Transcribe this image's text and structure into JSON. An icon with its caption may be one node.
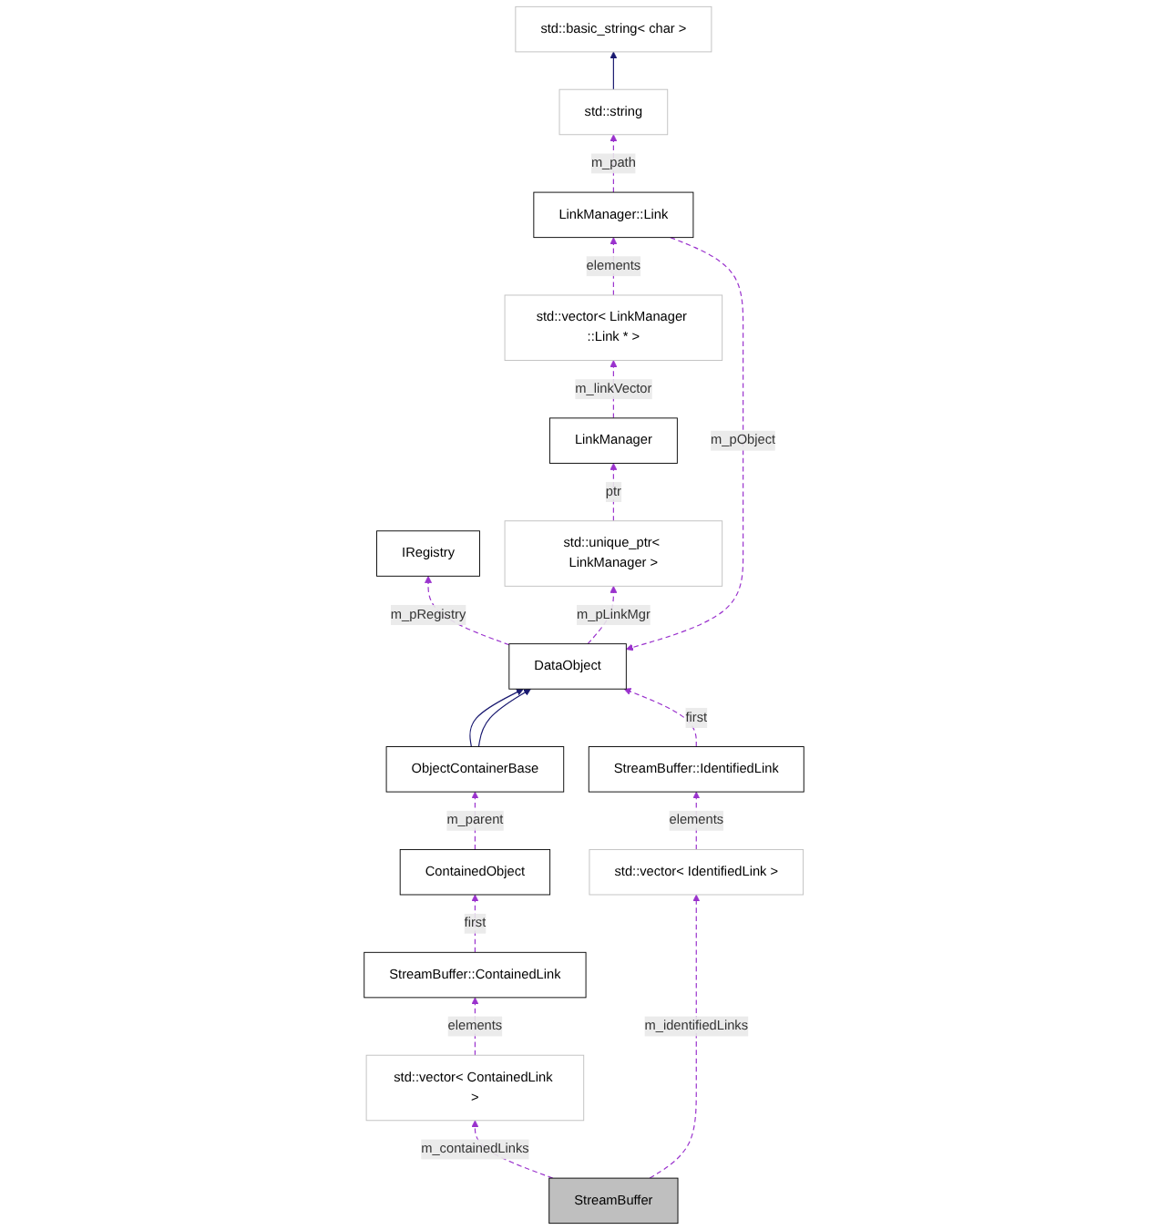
{
  "diagram": {
    "nodes": [
      {
        "text": [
          "IRegistry"
        ]
      },
      {
        "text": [
          "DataObject"
        ]
      },
      {
        "text": [
          "std::basic_string< char >"
        ]
      },
      {
        "text": [
          "std::string"
        ]
      },
      {
        "text": [
          "ObjectContainerBase"
        ]
      },
      {
        "text": [
          "LinkManager::Link"
        ]
      },
      {
        "text": [
          "StreamBuffer::IdentifiedLink"
        ]
      },
      {
        "text": [
          "ContainedObject"
        ]
      },
      {
        "text": [
          "std::vector< LinkManager ::Link * >"
        ]
      },
      {
        "text": [
          "std::vector< IdentifiedLink >"
        ]
      },
      {
        "text": [
          "LinkManager"
        ]
      },
      {
        "text": [
          "StreamBuffer::ContainedLink"
        ]
      },
      {
        "text": [
          "std::vector< ContainedLink >"
        ]
      },
      {
        "text": [
          "std::unique_ptr< LinkManager >"
        ]
      },
      {
        "text": [
          "StreamBuffer"
        ]
      }
    ],
    "edges": [
      {
        "from": 1,
        "to": 0,
        "arrow": "to",
        "label": "m_pRegistry",
        "style": "dashed"
      },
      {
        "from": 4,
        "to": 1,
        "arrow": "to",
        "color": "#191970"
      },
      {
        "from": 4,
        "to": 1,
        "arrow": "to",
        "color": "#191970"
      },
      {
        "from": 3,
        "to": 2,
        "arrow": "to",
        "color": "#191970"
      },
      {
        "from": 5,
        "to": 1,
        "arrow": "to",
        "label": "m_pObject",
        "style": "dashed"
      },
      {
        "from": 5,
        "to": 3,
        "arrow": "to",
        "label": "m_path",
        "style": "dashed"
      },
      {
        "from": 6,
        "to": 1,
        "arrow": "to",
        "label": "first",
        "style": "dashed"
      },
      {
        "from": 7,
        "to": 4,
        "arrow": "to",
        "label": "m_parent",
        "style": "dashed"
      },
      {
        "from": 8,
        "to": 5,
        "arrow": "to",
        "label": "elements",
        "style": "dashed"
      },
      {
        "from": 9,
        "to": 6,
        "arrow": "to",
        "label": "elements",
        "style": "dashed"
      },
      {
        "from": 11,
        "to": 7,
        "arrow": "to",
        "label": "first",
        "style": "dashed"
      },
      {
        "from": 1,
        "to": 13,
        "arrow": "to",
        "label": "m_pLinkMgr",
        "style": "dashed"
      },
      {
        "from": 10,
        "to": 8,
        "arrow": "to",
        "label": "m_linkVector",
        "style": "dashed"
      },
      {
        "from": 13,
        "to": 10,
        "arrow": "to",
        "label": "ptr",
        "style": "dashed"
      },
      {
        "from": 12,
        "to": 11,
        "arrow": "to",
        "label": "elements",
        "style": "dashed"
      },
      {
        "from": 14,
        "to": 9,
        "arrow": "to",
        "label": "m_identifiedLinks",
        "style": "dashed"
      },
      {
        "from": 14,
        "to": 12,
        "arrow": "to",
        "label": "m_containedLinks",
        "style": "dashed"
      }
    ]
  }
}
